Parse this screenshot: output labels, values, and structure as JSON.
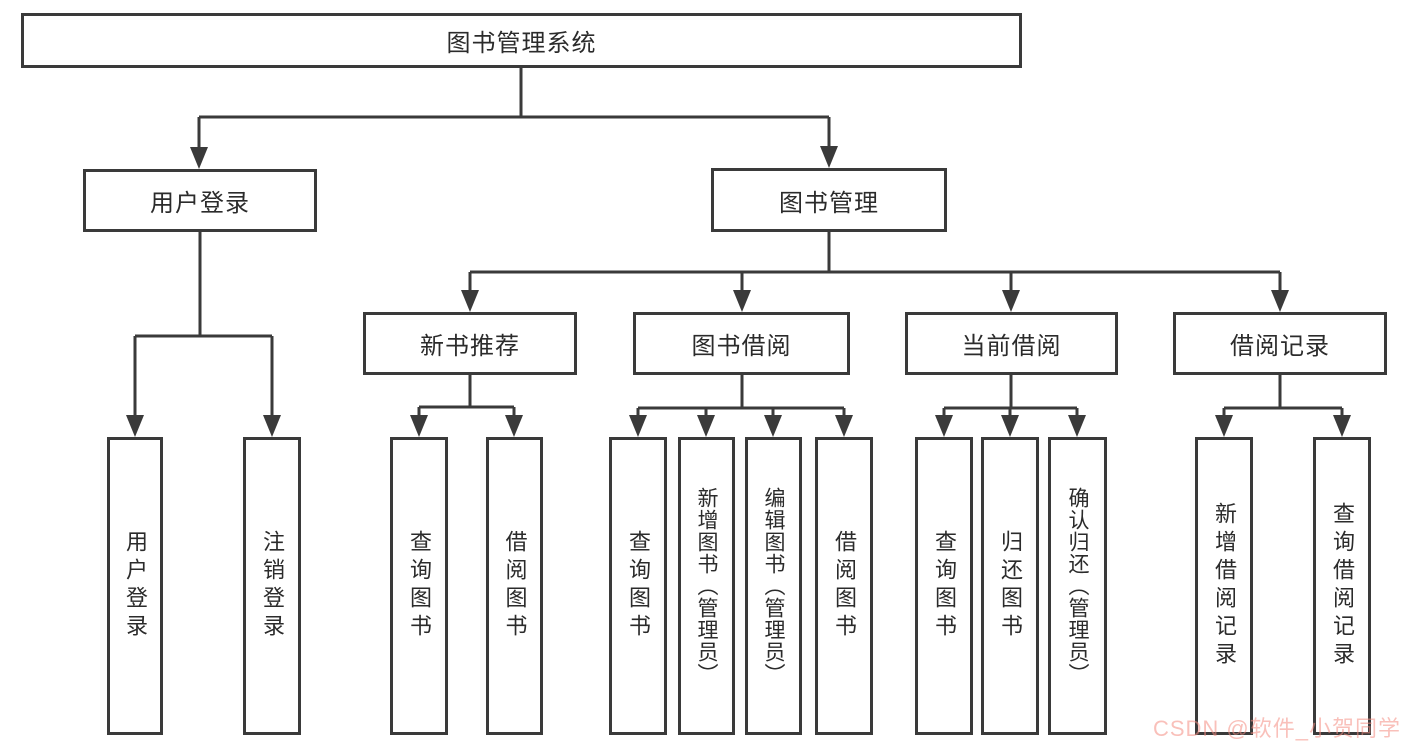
{
  "diagram": {
    "type": "tree",
    "orientation": "top-down",
    "colors": {
      "line": "#3a3a3a",
      "box_border": "#3a3a3a",
      "text": "#2b2b2b",
      "background": "#ffffff",
      "watermark": "#f48c82"
    },
    "tree": {
      "label": "图书管理系统",
      "children": [
        {
          "label": "用户登录",
          "children": [
            {
              "label": "用户登录"
            },
            {
              "label": "注销登录"
            }
          ]
        },
        {
          "label": "图书管理",
          "children": [
            {
              "label": "新书推荐",
              "children": [
                {
                  "label": "查询图书"
                },
                {
                  "label": "借阅图书"
                }
              ]
            },
            {
              "label": "图书借阅",
              "children": [
                {
                  "label": "查询图书"
                },
                {
                  "label": "新增图书（管理员）"
                },
                {
                  "label": "编辑图书（管理员）"
                },
                {
                  "label": "借阅图书"
                }
              ]
            },
            {
              "label": "当前借阅",
              "children": [
                {
                  "label": "查询图书"
                },
                {
                  "label": "归还图书"
                },
                {
                  "label": "确认归还（管理员）"
                }
              ]
            },
            {
              "label": "借阅记录",
              "children": [
                {
                  "label": "新增借阅记录"
                },
                {
                  "label": "查询借阅记录"
                }
              ]
            }
          ]
        }
      ]
    },
    "watermark": {
      "text": "CSDN @软件_小贺同学"
    }
  }
}
